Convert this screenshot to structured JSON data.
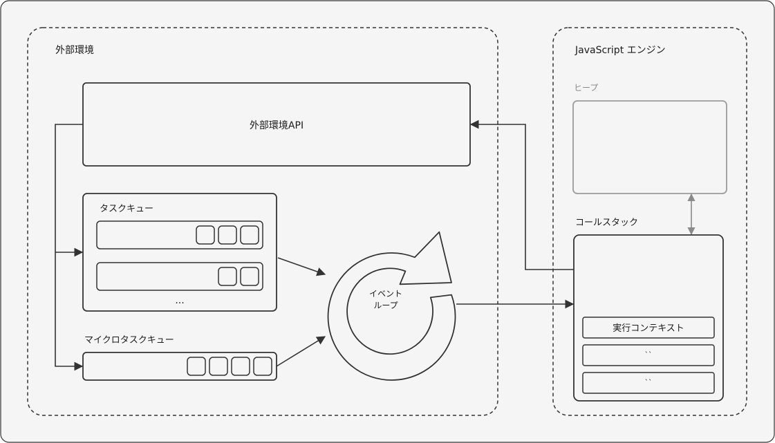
{
  "external": {
    "title": "外部環境",
    "api_label": "外部環境API",
    "task_queue": {
      "title": "タスクキュー",
      "more": "..."
    },
    "microtask_queue": {
      "title": "マイクロタスクキュー"
    },
    "event_loop": {
      "line1": "イベント",
      "line2": "ループ"
    }
  },
  "engine": {
    "title": "JavaScript エンジン",
    "heap_label": "ヒープ",
    "callstack_label": "コールスタック",
    "frames": [
      "実行コンテキスト",
      "``",
      "``"
    ]
  },
  "colors": {
    "background": "#f5f5f5",
    "stroke": "#333333",
    "heap_stroke": "#9a9a9a",
    "box_fill": "#f5f5f5"
  }
}
